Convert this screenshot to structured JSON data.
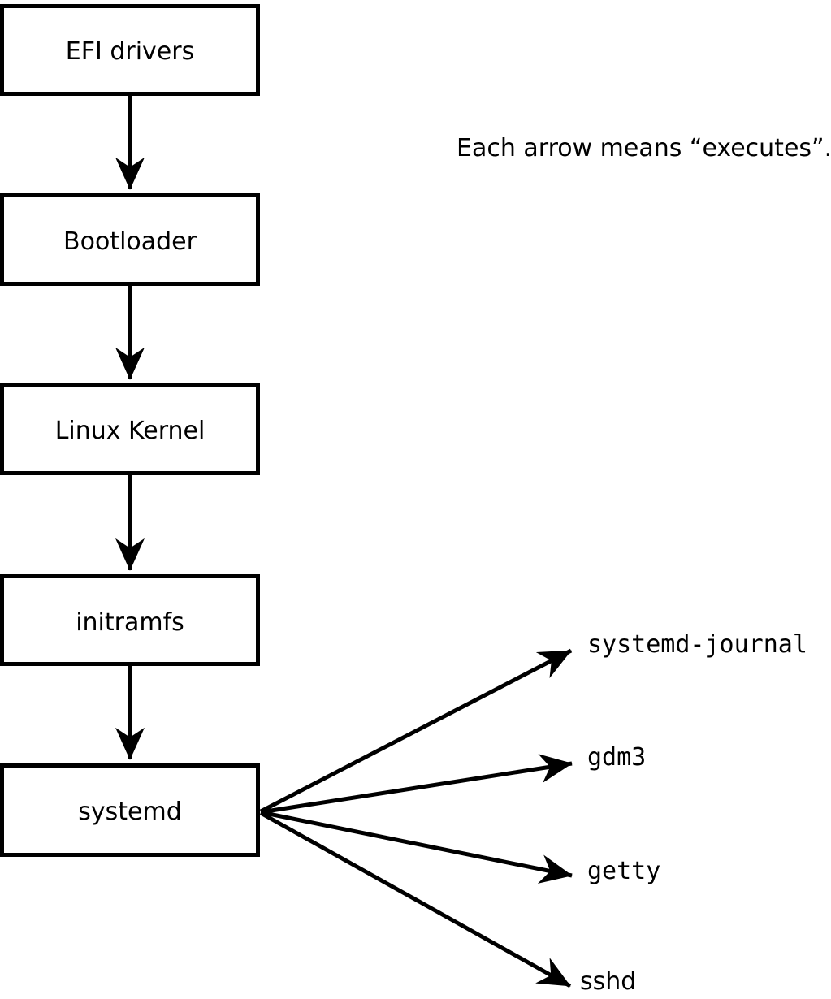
{
  "figure": {
    "annotation": "Each arrow means “executes”.",
    "arrow_meaning": "executes",
    "boot_chain": [
      {
        "label": "EFI drivers"
      },
      {
        "label": "Bootloader"
      },
      {
        "label": "Linux Kernel"
      },
      {
        "label": "initramfs"
      },
      {
        "label": "systemd"
      }
    ],
    "spawned_services": [
      {
        "label": "systemd-journal"
      },
      {
        "label": "gdm3"
      },
      {
        "label": "getty"
      },
      {
        "label": "sshd"
      }
    ],
    "colors": {
      "ink": "#000000",
      "background": "#ffffff"
    }
  }
}
